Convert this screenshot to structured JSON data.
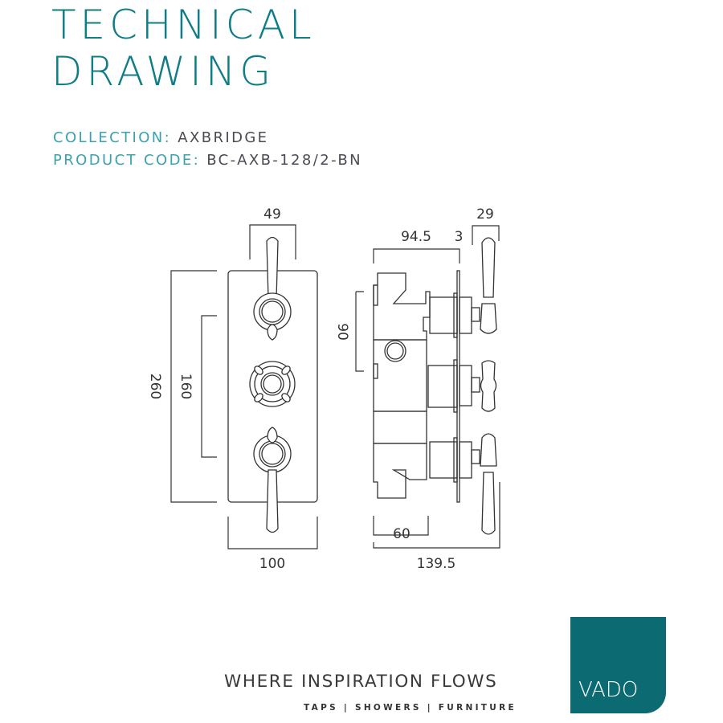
{
  "header": {
    "title_line1": "TECHNICAL",
    "title_line2": "DRAWING",
    "collection_label": "COLLECTION:",
    "collection_value": "AXBRIDGE",
    "product_code_label": "PRODUCT CODE:",
    "product_code_value": "BC-AXB-128/2-BN"
  },
  "dimensions": {
    "front_lever_width": "49",
    "front_height": "260",
    "front_valve_spacing": "160",
    "front_width": "100",
    "side_body_depth": "94.5",
    "side_plate": "3",
    "side_handle_depth": "29",
    "side_outlet_spacing": "90",
    "side_min_depth": "60",
    "side_total_depth": "139.5"
  },
  "footer": {
    "tagline": "WHERE INSPIRATION FLOWS",
    "categories": "TAPS | SHOWERS | FURNITURE",
    "logo_text": "VADO"
  },
  "colors": {
    "title": "#0f7d86",
    "label": "#3ba2ad",
    "logo": "#0b6a72"
  }
}
